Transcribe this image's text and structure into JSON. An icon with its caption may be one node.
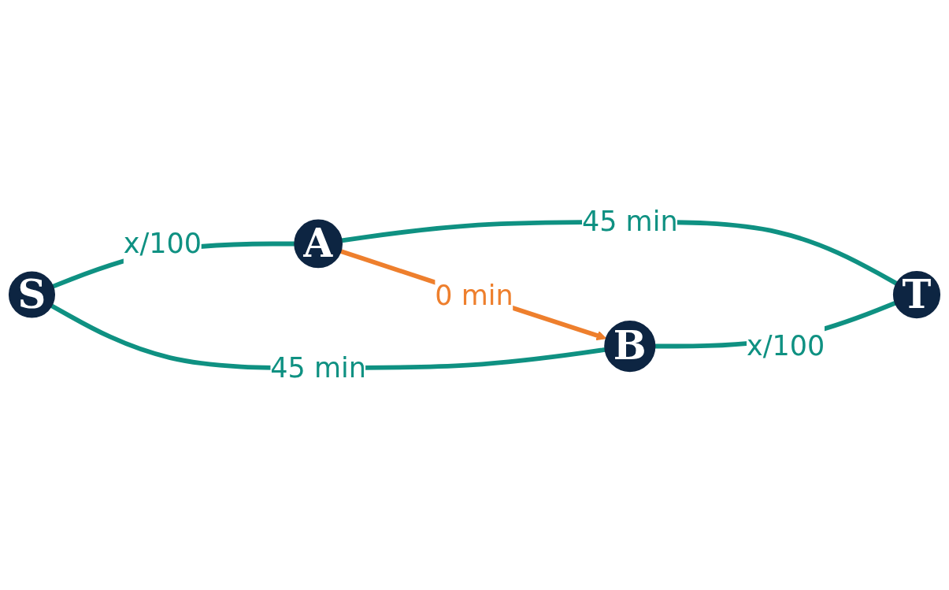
{
  "diagram": {
    "nodes": [
      {
        "text": [
          "S"
        ]
      },
      {
        "text": [
          "A"
        ]
      },
      {
        "text": [
          "B"
        ]
      },
      {
        "text": [
          "T"
        ]
      }
    ],
    "edges": [
      {
        "from": 0,
        "to": 1,
        "arrow": "none",
        "label": "x/100"
      },
      {
        "from": 1,
        "to": 3,
        "arrow": "none",
        "label": "45 min"
      },
      {
        "from": 1,
        "to": 2,
        "arrow": "to",
        "label": "0 min",
        "color": "#ee7f2d"
      },
      {
        "from": 0,
        "to": 2,
        "arrow": "none",
        "label": "45 min"
      },
      {
        "from": 2,
        "to": 3,
        "arrow": "none",
        "label": "x/100"
      }
    ]
  }
}
